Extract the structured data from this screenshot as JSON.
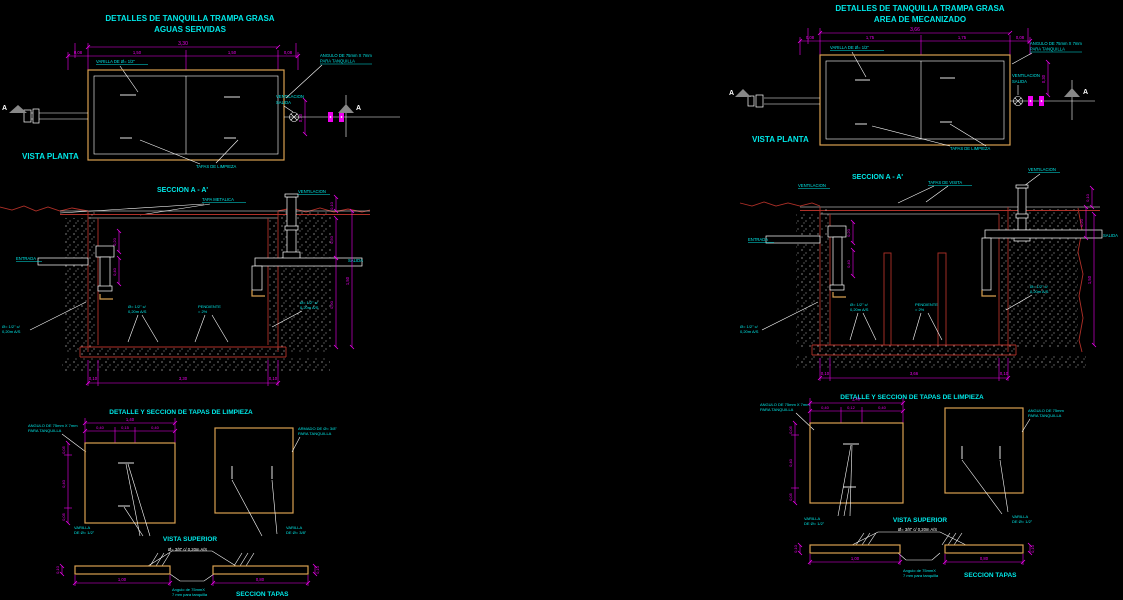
{
  "colors": {
    "background": "#000000",
    "text_cyan": "#00e8e8",
    "dim_magenta": "#f000f0",
    "line_white": "#ffffff",
    "tank_tan": "#d8a050",
    "wall_red": "#b03028",
    "marker_gray": "#888888"
  },
  "left": {
    "title_line1": "DETALLES DE TANQUILLA TRAMPA GRASA",
    "title_line2": "AGUAS SERVIDAS",
    "plan": {
      "view_label": "VISTA PLANTA",
      "marker_a_left": "A",
      "marker_a_right": "A",
      "dim_total": "3,30",
      "dim_end_left": "0,08",
      "dim_cell_1": "1,50",
      "dim_cell_2": "1,50",
      "dim_end_right": "0,08",
      "dim_outlet": "0,30",
      "label_varilla": "VARILLA DE Ø= 1/2\"",
      "label_angulo_1": "ANGULO DE 75mm X 7mm",
      "label_angulo_2": "PARA TANQUILLA",
      "label_ventilacion": "VENTILACION",
      "label_salida": "SALIDA",
      "label_tapas": "TAPAS DE LIMPIEZA"
    },
    "section": {
      "title": "SECCION A - A'",
      "label_tapa": "TAPA METALICA",
      "label_ventilacion": "VENTILACION",
      "label_entrada": "ENTRADA",
      "label_salida": "SALIDA",
      "note_left_1": "Ø= 1/2\" c/",
      "note_left_2": "0,20m A/S",
      "note_floor_1": "Ø= 1/2\" c/",
      "note_floor_2": "0,20m A/S",
      "note_pend_1": "PENDIENTE",
      "note_pend_2": "= 2%",
      "note_right_1": "Ø= 1/2\" c/",
      "note_right_2": "0,20m A/S",
      "dim_inlet_1": "0,20",
      "dim_inlet_2": "0,40",
      "chain": [
        "0,10",
        "0,50",
        "0,90",
        "1,50"
      ],
      "dim_bottom_left": "0,10",
      "dim_bottom_total": "3,30",
      "dim_bottom_right": "0,10"
    },
    "tapas": {
      "title": "DETALLE Y SECCION DE TAPAS DE LIMPIEZA",
      "label_angulo_1": "ANGULO DE 75mm X 7mm",
      "label_angulo_2": "PARA TANQUILLA",
      "label_armado_1": "ARMADO DE Ø= 3/8\"",
      "label_armado_2": "PARA TANQUILLA",
      "dim_total": "1,40",
      "dim_a": "0,40",
      "dim_b": "0,15",
      "dim_c": "0,40",
      "dim_v1": "0,05",
      "dim_v2": "0,40",
      "dim_v3": "0,05",
      "varilla_left_1": "VARILLA",
      "varilla_left_2": "DE Ø= 1/2\"",
      "varilla_right_1": "VARILLA",
      "varilla_right_2": "DE Ø= 3/8\"",
      "view_label": "VISTA SUPERIOR"
    },
    "seccion_tapas": {
      "note": "Ø= 3/8\" c/ 0,20m A/S",
      "dim_left": "1,00",
      "dim_right": "0,80",
      "dim_h_left": "0,10",
      "dim_h_right": "0,10",
      "label_angulo_1": "Angulo de 75mmX",
      "label_angulo_2": "7 mm para tanquilla",
      "title": "SECCION TAPAS"
    }
  },
  "right": {
    "title_line1": "DETALLES DE TANQUILLA TRAMPA GRASA",
    "title_line2": "AREA DE MECANIZADO",
    "plan": {
      "view_label": "VISTA PLANTA",
      "marker_a_left": "A",
      "marker_a_right": "A",
      "dim_total": "3,66",
      "dim_end_left": "0,08",
      "dim_cell_1": "1,75",
      "dim_cell_2": "1,75",
      "dim_end_right": "0,08",
      "dim_outlet": "0,30",
      "label_varilla": "VARILLA DE Ø= 1/2\"",
      "label_angulo_1": "ANGULO DE 75mm X 7mm",
      "label_angulo_2": "PARA TANQUILLA",
      "label_ventilacion": "VENTILACION",
      "label_salida": "SALIDA",
      "label_tapas": "TAPAS DE LIMPIEZA"
    },
    "section": {
      "title": "SECCION A - A'",
      "label_tapa": "TAPAS DE VISITA",
      "label_ventilacion": "VENTILACION",
      "label_ventilacion_right": "VENTILACION",
      "label_entrada": "ENTRADA",
      "label_salida": "SALIDA",
      "note_floor_1": "Ø= 1/2\" c/",
      "note_floor_2": "0,20m A/S",
      "note_pend_1": "PENDIENTE",
      "note_pend_2": "= 2%",
      "note_left_1": "Ø= 1/2\" c/",
      "note_left_2": "0,20m A/S",
      "note_right_1": "Ø= 1/2\" c/",
      "note_right_2": "0,20m A/S",
      "dim_inlet_1": "0,20",
      "dim_inlet_2": "0,40",
      "chain": [
        "0,10",
        "0,20",
        "1,50"
      ],
      "dim_bottom_left": "0,10",
      "dim_bottom_total": "3,66",
      "dim_bottom_right": "0,10"
    },
    "tapas": {
      "title": "DETALLE Y SECCION DE TAPAS DE LIMPIEZA",
      "label_angulo_1": "ANGULO DE 75mm X 7mm",
      "label_angulo_2": "PARA TANQUILLA",
      "label_armado_1": "ANGULO DE 75mm",
      "label_armado_2": "PARA TANQUILLA",
      "dim_total": "1,40",
      "dim_a": "0,40",
      "dim_b": "0,12",
      "dim_c": "0,40",
      "dim_v1": "0,05",
      "dim_v2": "0,40",
      "dim_v3": "0,05",
      "varilla_left_1": "VARILLA",
      "varilla_left_2": "DE Ø= 1/2\"",
      "varilla_right_1": "VARILLA",
      "varilla_right_2": "DE Ø= 1/2\"",
      "view_label": "VISTA SUPERIOR"
    },
    "seccion_tapas": {
      "note": "Ø= 3/8\" c/ 0,20m A/S",
      "dim_left": "1,00",
      "dim_right": "0,80",
      "dim_h_left": "0,10",
      "dim_h_right": "0,10",
      "label_angulo_1": "Angulo de 75mmX",
      "label_angulo_2": "7 mm para tanquilla",
      "title": "SECCION TAPAS"
    }
  }
}
